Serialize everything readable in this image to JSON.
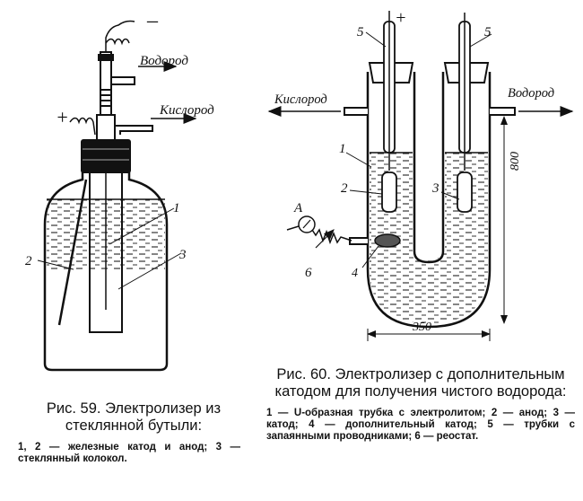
{
  "fig59": {
    "labels": {
      "minus": "–",
      "plus": "+",
      "hydrogen": "Водород",
      "oxygen": "Кислород",
      "n1": "1",
      "n2": "2",
      "n3": "3"
    },
    "caption_title": "Рис. 59. Электролизер из стеклянной бутыли:",
    "caption_legend": "1, 2 — железные катод и анод; 3 — стеклянный колокол."
  },
  "fig60": {
    "labels": {
      "plus": "+",
      "n5a": "5",
      "n5b": "5",
      "oxygen": "Кислород",
      "hydrogen": "Водород",
      "n1": "1",
      "n2": "2",
      "n3": "3",
      "n4": "4",
      "n6": "6",
      "ammeter": "A",
      "height": "800",
      "width": "350"
    },
    "caption_title": "Рис. 60. Электролизер с дополнительным катодом для получения чистого водорода:",
    "caption_legend": "1 — U-образная трубка с электролитом; 2 — анод; 3 — катод; 4 — дополнительный катод; 5 — трубки с запаянными проводниками; 6 — реостат."
  }
}
